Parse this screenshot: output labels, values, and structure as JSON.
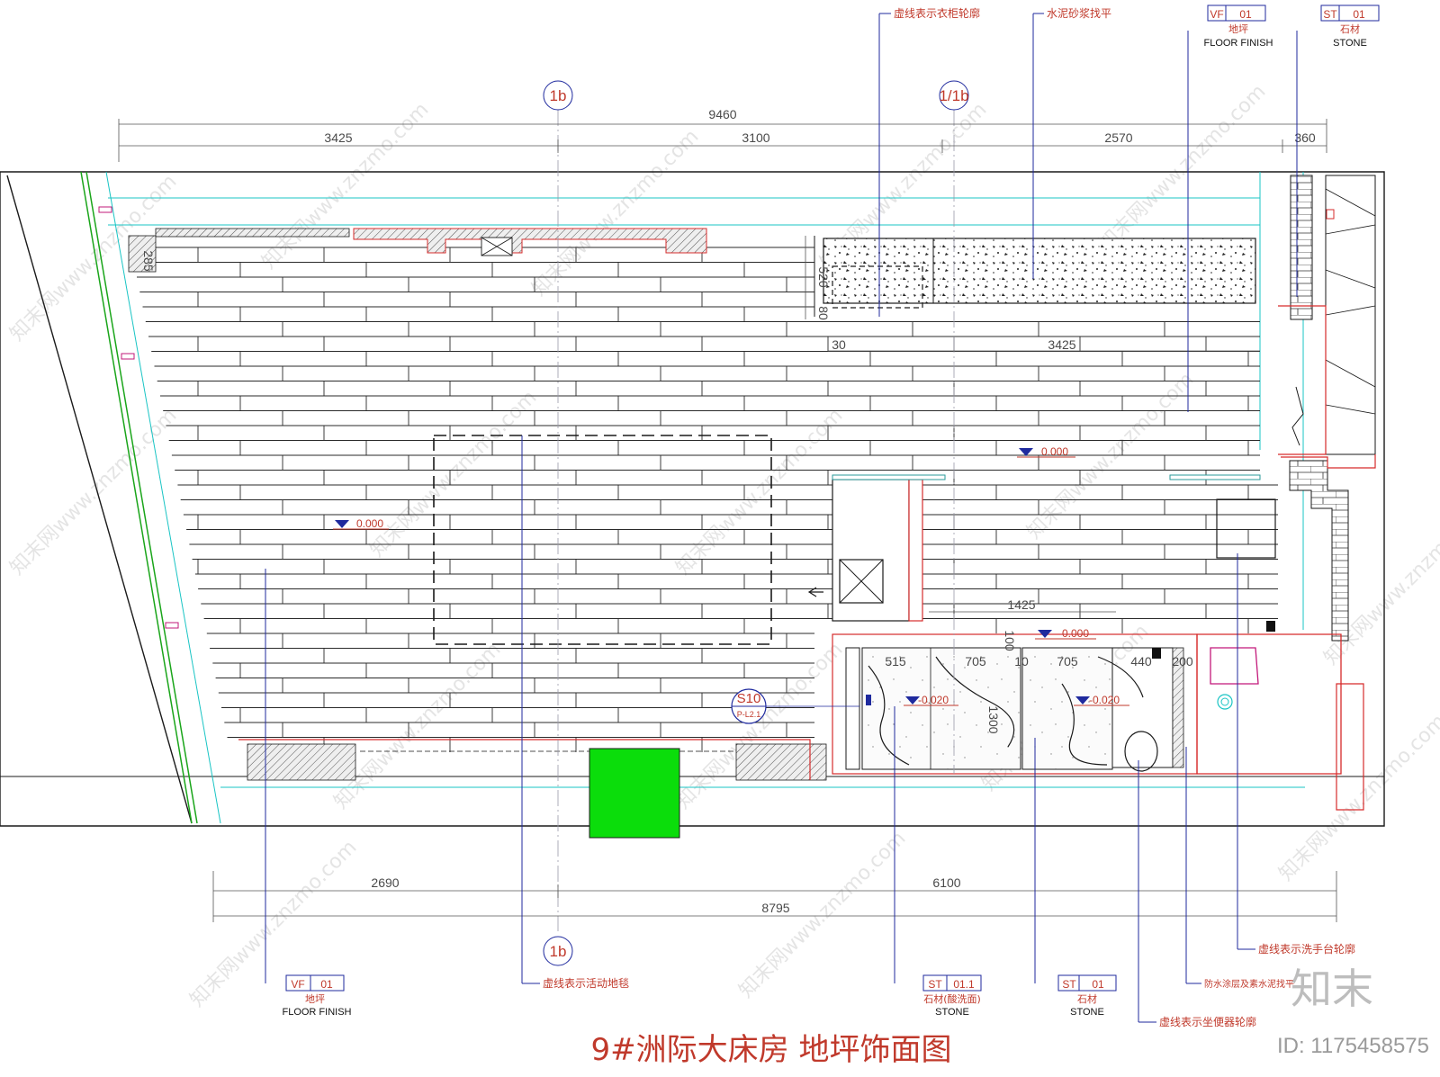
{
  "title": "9#洲际大床房 地坪饰面图",
  "image_id": "ID: 1175458575",
  "brand": "知末",
  "watermark_text": "知末网www.znzmo.com",
  "axes": {
    "left": "1b",
    "right": "1/1b"
  },
  "dims": {
    "total_top": "9460",
    "top_a": "3425",
    "top_b": "3100",
    "top_c": "2570",
    "top_d": "360",
    "bottom_a": "2690",
    "bottom_b": "6100",
    "total_bottom": "8795",
    "wardrobe_520": "520",
    "wardrobe_80": "80",
    "wardrobe_30": "30",
    "wardrobe_3425": "3425",
    "wall_285": "285",
    "bath_1425": "1425",
    "bath_515": "515",
    "bath_705a": "705",
    "bath_10": "10",
    "bath_705b": "705",
    "bath_440": "440",
    "bath_200": "200",
    "bath_100": "100",
    "bath_1300": "1300"
  },
  "levels": {
    "room_left": "0.000",
    "room_right": "0.000",
    "bath_top": "0.000",
    "bath_left": "-0.020",
    "bath_right": "-0.020"
  },
  "section_mark": {
    "code": "S10",
    "sub": "P-L2.1"
  },
  "notes": {
    "wardrobe": "虚线表示衣柜轮廓",
    "cement": "水泥砂浆找平",
    "carpet": "虚线表示活动地毯",
    "basin": "虚线表示洗手台轮廓",
    "waterproof": "防水涂层及素水泥找平",
    "toilet": "虚线表示坐便器轮廓"
  },
  "tags": [
    {
      "code": "VF",
      "num": "01",
      "cn": "地坪",
      "en": "FLOOR FINISH"
    },
    {
      "code": "ST",
      "num": "01",
      "cn": "石材",
      "en": "STONE"
    },
    {
      "code": "VF",
      "num": "01",
      "cn": "地坪",
      "en": "FLOOR FINISH"
    },
    {
      "code": "ST",
      "num": "01.1",
      "cn": "石材(酸洗面)",
      "en": "STONE"
    },
    {
      "code": "ST",
      "num": "01",
      "cn": "石材",
      "en": "STONE"
    }
  ],
  "colors": {
    "line": "#1a1a1a",
    "red": "#d62b2b",
    "blue": "#1f2a9e",
    "cyan": "#19c4c4",
    "green_fill": "#0bdd0b",
    "hatch_fill": "#e4e4e4"
  }
}
